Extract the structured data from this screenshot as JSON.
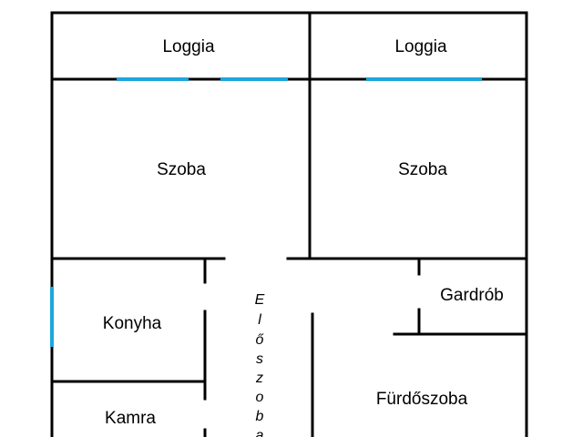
{
  "floorplan": {
    "rooms": {
      "loggia_left": "Loggia",
      "loggia_right": "Loggia",
      "szoba_left": "Szoba",
      "szoba_right": "Szoba",
      "konyha": "Konyha",
      "kamra": "Kamra",
      "gardrob": "Gardrób",
      "furdoszoba": "Fürdőszoba"
    },
    "hallway_letters": [
      "E",
      "l",
      "ő",
      "s",
      "z",
      "o",
      "b",
      "a"
    ]
  },
  "colors": {
    "wall": "#000000",
    "window": "#1ea7dc",
    "background": "#ffffff"
  }
}
